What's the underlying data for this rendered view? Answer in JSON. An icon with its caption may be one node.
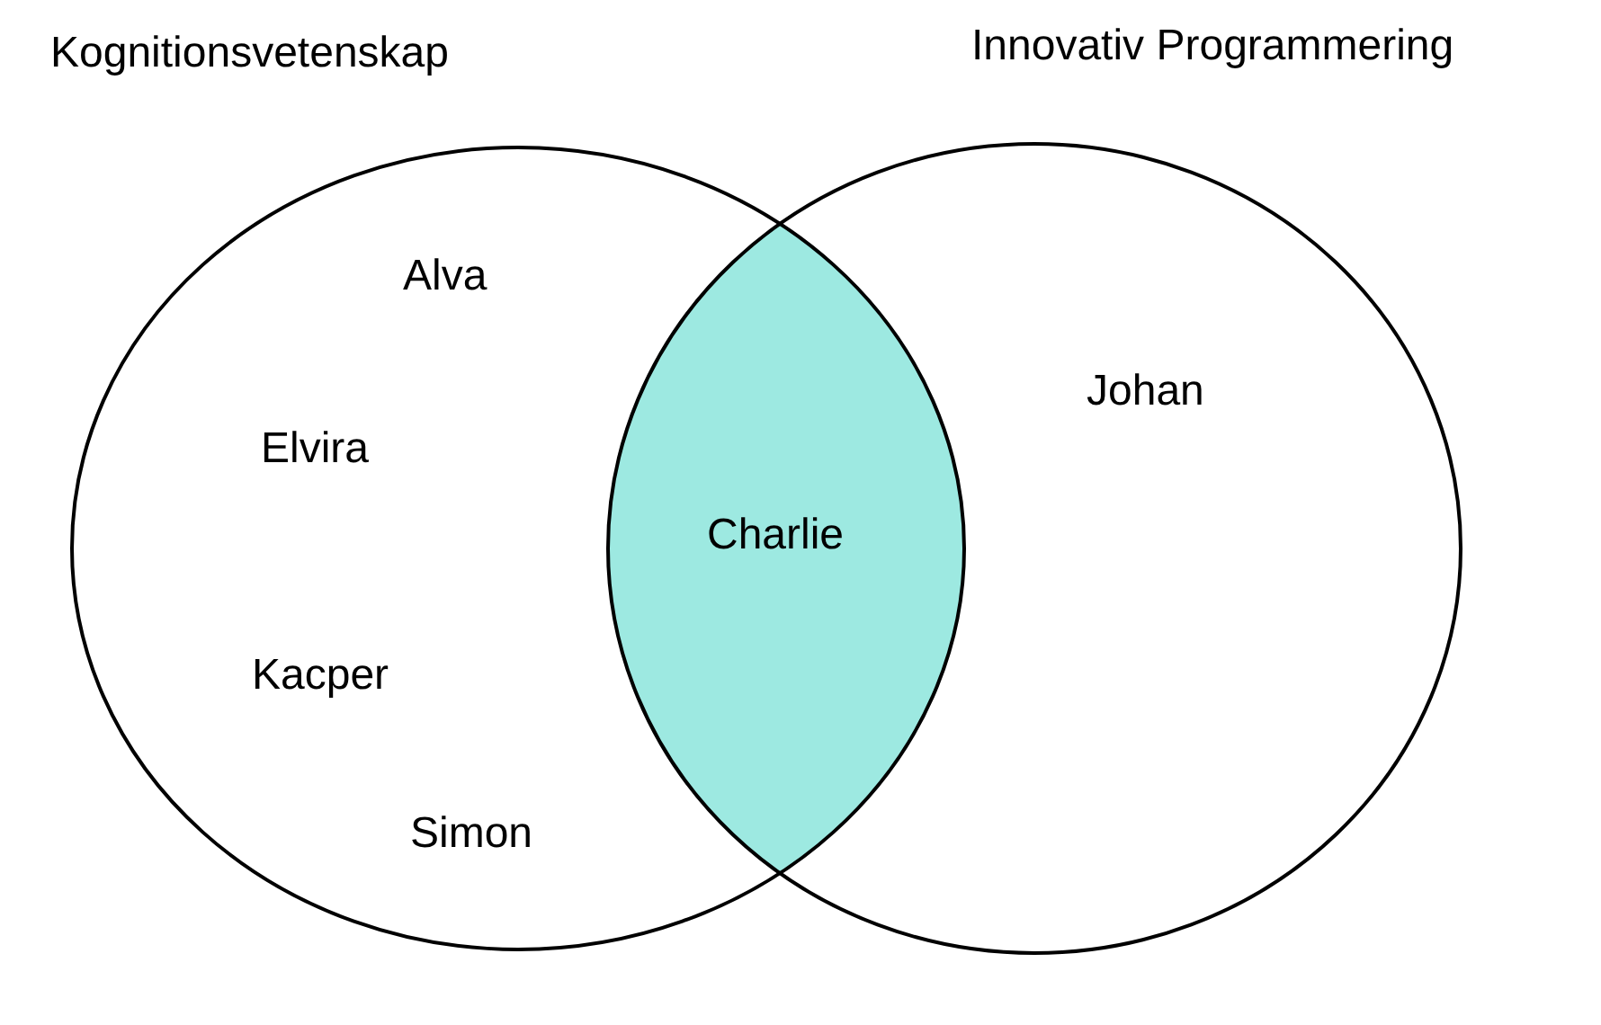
{
  "diagram": {
    "nodes": [
      {
        "text": [
          "Kognitionsvetenskap",
          "Alva",
          "Elvira",
          "Kacper",
          "Simon"
        ]
      },
      {
        "text": [
          "Innovativ Programmering",
          "Johan"
        ]
      },
      {
        "text": [
          "Charlie"
        ]
      }
    ]
  }
}
